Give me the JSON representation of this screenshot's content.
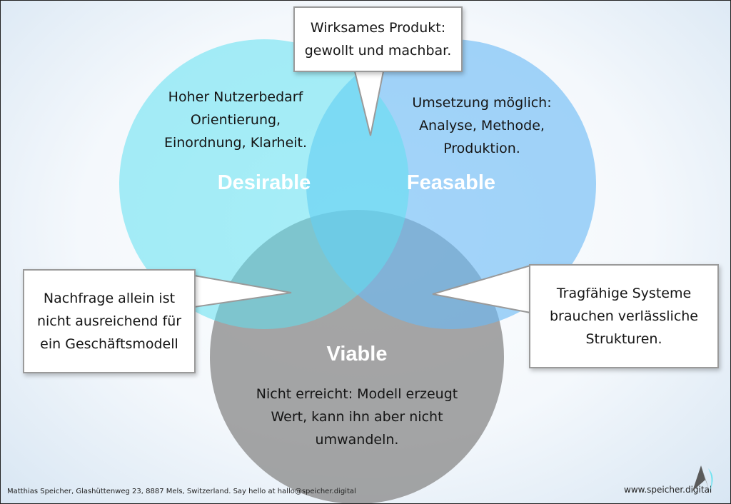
{
  "circles": {
    "desirable": {
      "label": "Desirable",
      "text_lines": [
        "Hoher Nutzerbedarf",
        "Orientierung,",
        "Einordnung, Klarheit."
      ],
      "color": "#6fe3f0"
    },
    "feasable": {
      "label": "Feasable",
      "text_lines": [
        "Umsetzung möglich:",
        "Analyse, Methode,",
        "Produktion."
      ],
      "color": "#7cc4f7"
    },
    "viable": {
      "label": "Viable",
      "text_lines": [
        "Nicht erreicht: Modell erzeugt",
        "Wert, kann ihn aber nicht",
        "umwandeln."
      ],
      "color": "#8f8f8f"
    }
  },
  "callouts": {
    "top": {
      "lines": [
        "Wirksames Produkt:",
        "gewollt und machbar."
      ]
    },
    "left": {
      "lines": [
        "Nachfrage allein ist",
        "nicht ausreichend für",
        "ein Geschäftsmodell"
      ]
    },
    "right": {
      "lines": [
        "Tragfähige Systeme",
        "brauchen verlässliche",
        "Strukturen."
      ]
    }
  },
  "footer": {
    "address": "Matthias Speicher, Glashüttenweg 23, 8887 Mels, Switzerland. Say hello at hallo@speicher.digital",
    "website": "www.speicher.digital",
    "logo_icon": "speicher-logo-icon"
  }
}
